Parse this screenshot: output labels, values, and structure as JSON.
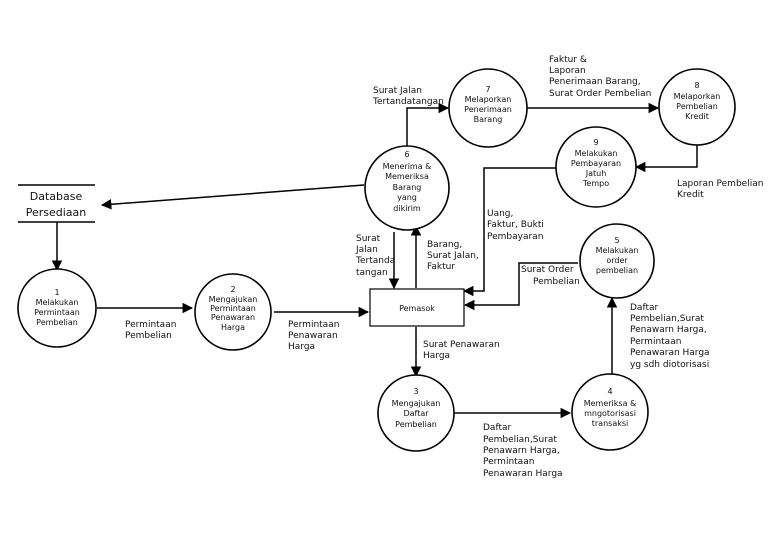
{
  "diagram": {
    "processes": [
      {
        "id": "p1",
        "number": "1",
        "lines": [
          "Melakukan",
          "Permintaan",
          "Pembelian"
        ]
      },
      {
        "id": "p2",
        "number": "2",
        "lines": [
          "Mengajukan",
          "Permintaan",
          "Penawaran",
          "Harga"
        ]
      },
      {
        "id": "p3",
        "number": "3",
        "lines": [
          "Mengajukan",
          "Daftar",
          "Pembelian"
        ]
      },
      {
        "id": "p4",
        "number": "4",
        "lines": [
          "Memeriksa &",
          "mngotorisasi",
          "transaksi"
        ]
      },
      {
        "id": "p5",
        "number": "5",
        "lines": [
          "Melakukan",
          "order",
          "pembelian"
        ]
      },
      {
        "id": "p6",
        "number": "6",
        "lines": [
          "Menerima &",
          "Memeriksa",
          "Barang",
          "yang",
          "dikirim"
        ]
      },
      {
        "id": "p7",
        "number": "7",
        "lines": [
          "Melaporkan",
          "Penerimaan",
          "Barang"
        ]
      },
      {
        "id": "p8",
        "number": "8",
        "lines": [
          "Melaporkan",
          "Pembelian",
          "Kredit"
        ]
      },
      {
        "id": "p9",
        "number": "9",
        "lines": [
          "Melakukan",
          "Pembayaran",
          "Jatuh",
          "Tempo"
        ]
      }
    ],
    "datastore": {
      "lines": [
        "Database",
        "Persediaan"
      ]
    },
    "entity": {
      "label": "Pemasok"
    },
    "flow_labels": [
      {
        "id": "f1",
        "lines": [
          "Permintaan",
          "Pembelian"
        ]
      },
      {
        "id": "f2",
        "lines": [
          "Permintaan",
          "Penawaran",
          "Harga"
        ]
      },
      {
        "id": "f3",
        "lines": [
          "Surat Penawaran",
          "Harga"
        ]
      },
      {
        "id": "f4",
        "lines": [
          "Daftar",
          "Pembelian,Surat",
          "Penawarn Harga,",
          "Permintaan",
          "Penawaran Harga"
        ]
      },
      {
        "id": "f5",
        "lines": [
          "Daftar",
          "Pembelian,Surat",
          "Penawarn Harga,",
          "Permintaan",
          "Penawaran Harga",
          "yg sdh diotorisasi"
        ]
      },
      {
        "id": "f6",
        "lines": [
          "Surat Order",
          "Pembelian"
        ]
      },
      {
        "id": "f7",
        "lines": [
          "Barang,",
          "Surat Jalan,",
          "Faktur"
        ]
      },
      {
        "id": "f8",
        "lines": [
          "Surat",
          "Jalan",
          "Tertanda",
          "tangan"
        ]
      },
      {
        "id": "f9",
        "lines": [
          "Surat Jalan",
          "Tertandatangan"
        ]
      },
      {
        "id": "f10",
        "lines": [
          "Faktur &",
          "Laporan",
          "Penerimaan Barang,",
          "Surat Order Pembelian"
        ]
      },
      {
        "id": "f11",
        "lines": [
          "Laporan Pembelian",
          "Kredit"
        ]
      },
      {
        "id": "f12",
        "lines": [
          "Uang,",
          "Faktur, Bukti",
          "Pembayaran"
        ]
      }
    ]
  }
}
